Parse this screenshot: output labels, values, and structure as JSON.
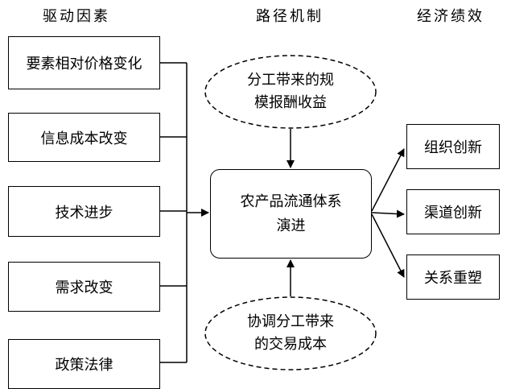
{
  "headers": {
    "drivers": "驱动因素",
    "mechanism": "路径机制",
    "performance": "经济绩效"
  },
  "drivers": [
    "要素相对价格变化",
    "信息成本改变",
    "技术进步",
    "需求改变",
    "政策法律"
  ],
  "center": {
    "line1": "农产品流通体系",
    "line2": "演进"
  },
  "top_oval": {
    "line1": "分工带来的规",
    "line2": "模报酬收益"
  },
  "bottom_oval": {
    "line1": "协调分工带来",
    "line2": "的交易成本"
  },
  "outcomes": [
    "组织创新",
    "渠道创新",
    "关系重塑"
  ]
}
